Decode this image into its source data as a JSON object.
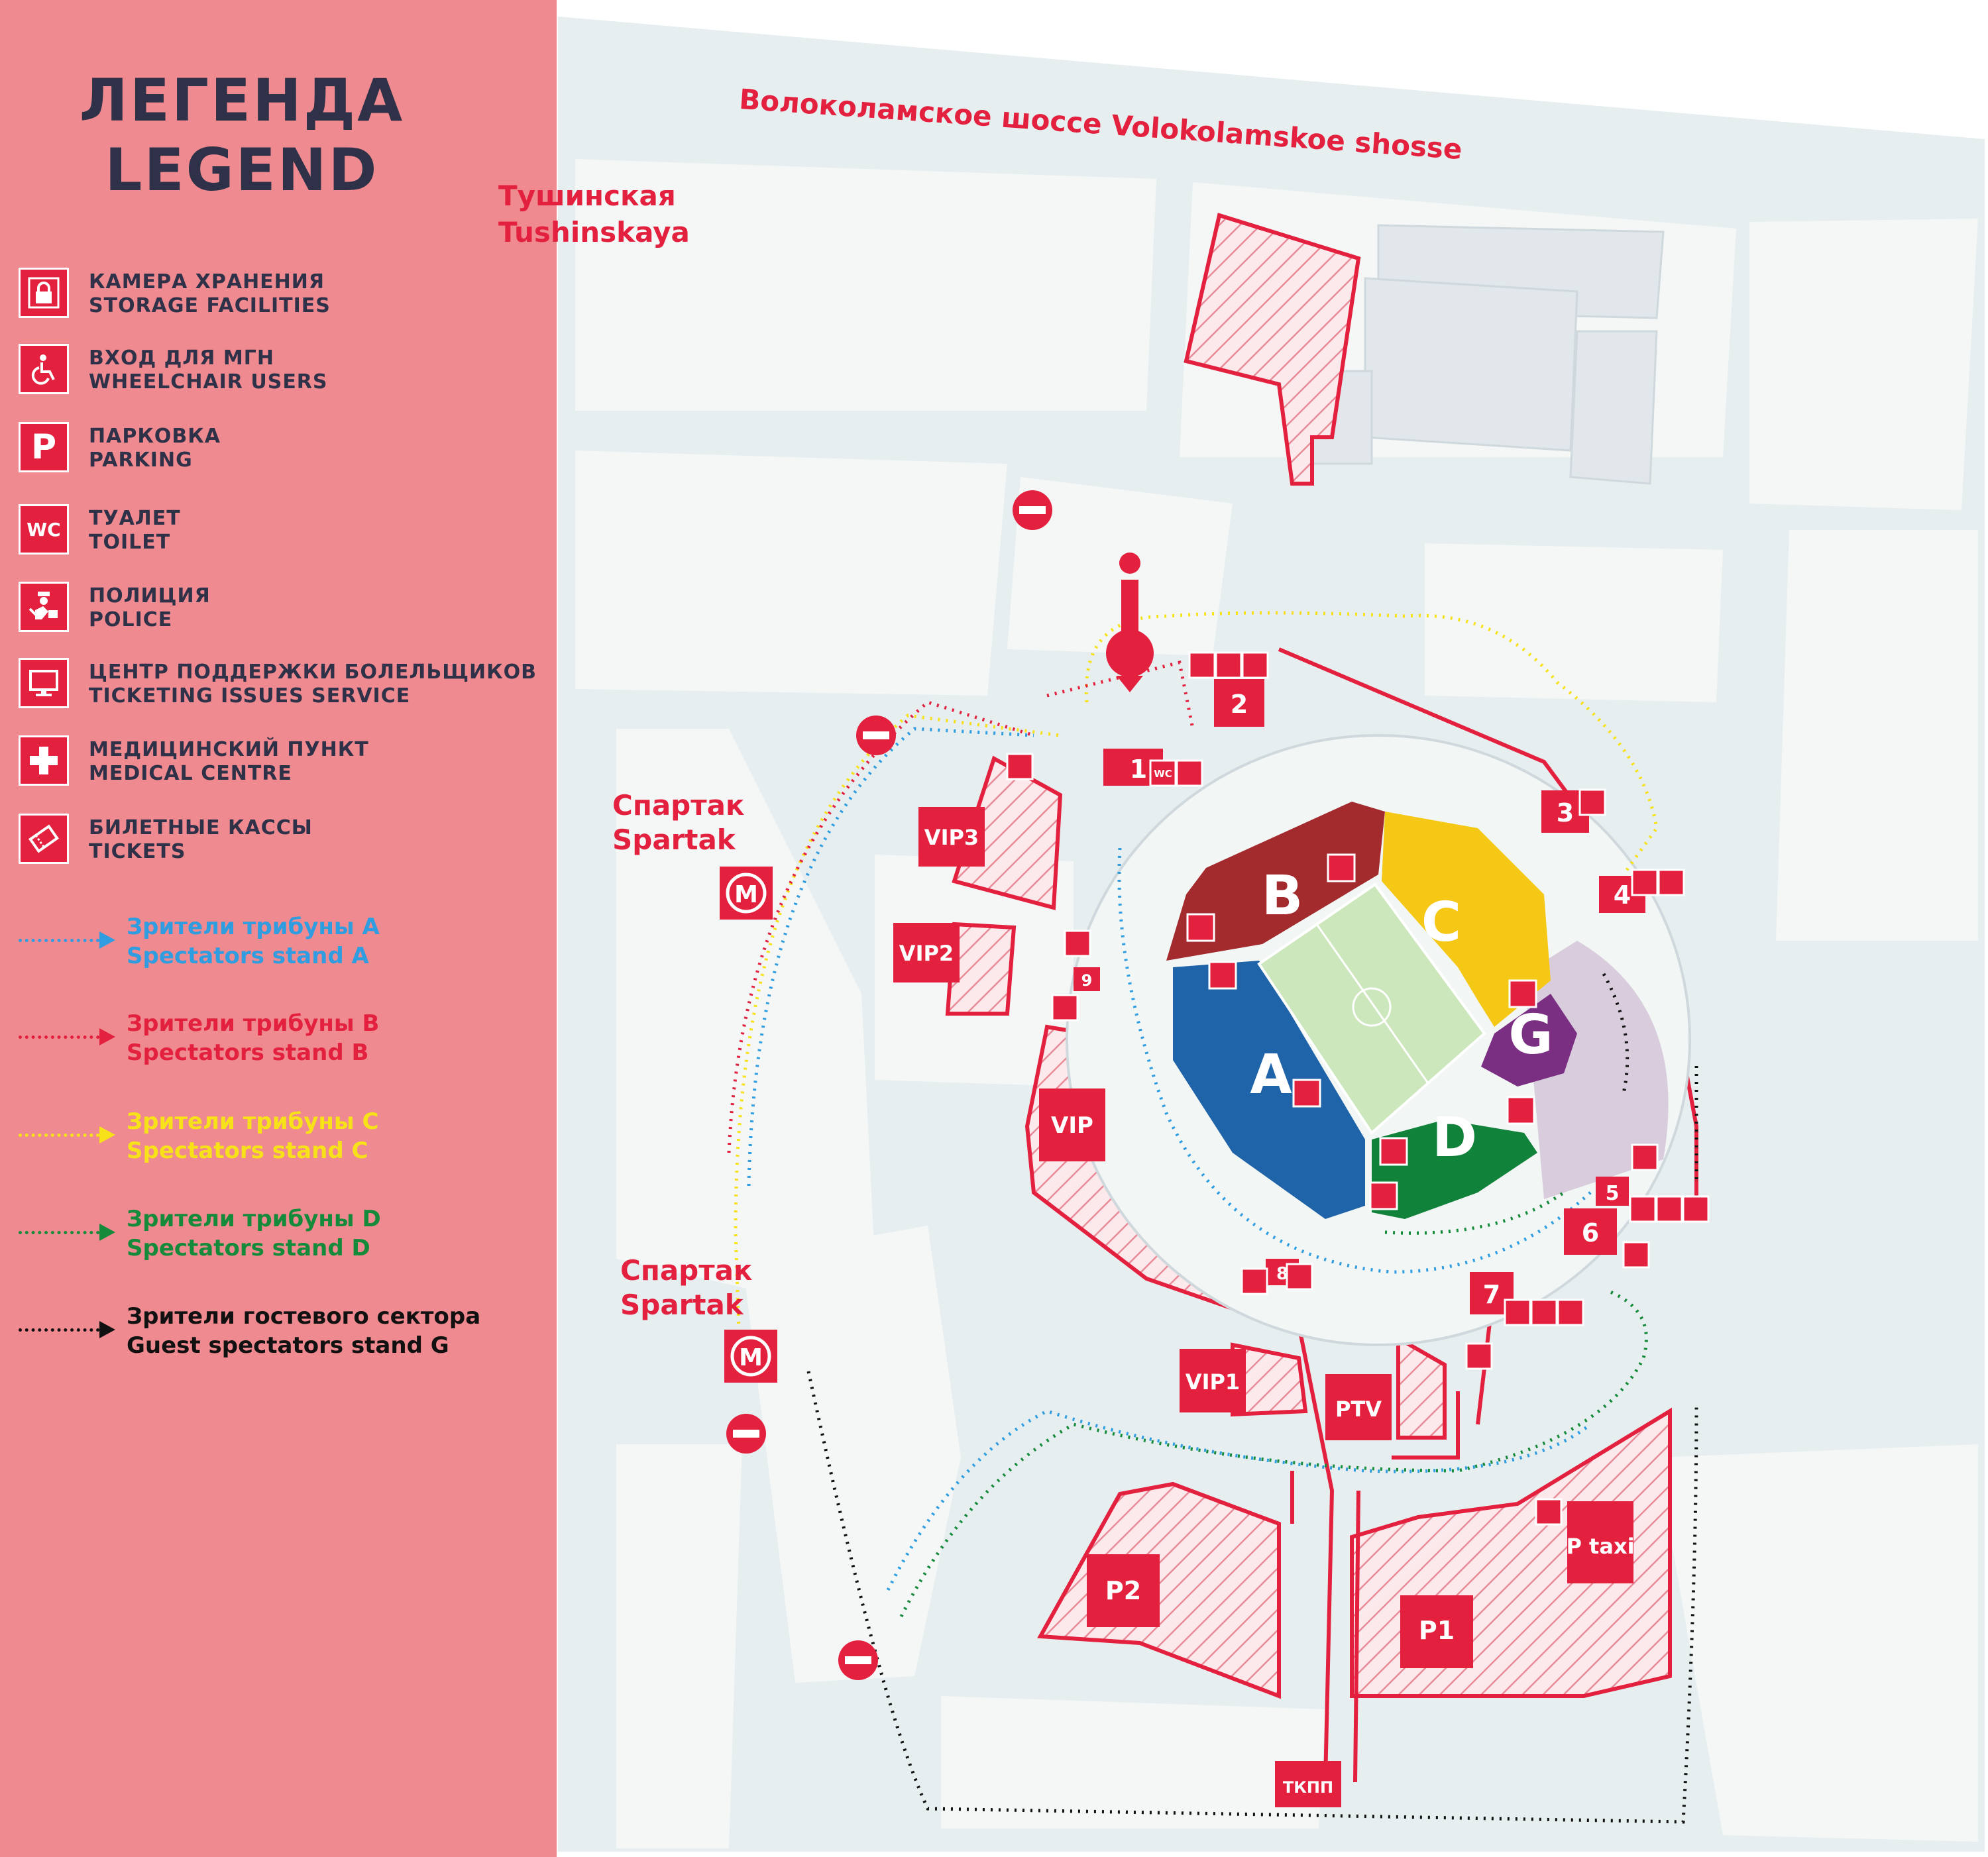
{
  "legend": {
    "title_ru": "ЛЕГЕНДА",
    "title_en": "LEGEND",
    "items": [
      {
        "icon": "lock-icon",
        "ru": "КАМЕРА ХРАНЕНИЯ",
        "en": "STORAGE FACILITIES"
      },
      {
        "icon": "wheelchair-icon",
        "ru": "ВХОД ДЛЯ МГН",
        "en": "WHEELCHAIR USERS"
      },
      {
        "icon": "parking-icon",
        "symbol": "P",
        "ru": "ПАРКОВКА",
        "en": "PARKING"
      },
      {
        "icon": "toilet-icon",
        "symbol": "WC",
        "ru": "ТУАЛЕТ",
        "en": "TOILET"
      },
      {
        "icon": "police-icon",
        "ru": "ПОЛИЦИЯ",
        "en": "POLICE"
      },
      {
        "icon": "monitor-icon",
        "ru": "ЦЕНТР ПОДДЕРЖКИ БОЛЕЛЬЩИКОВ",
        "en": "TICKETING ISSUES SERVICE"
      },
      {
        "icon": "medical-cross-icon",
        "ru": "МЕДИЦИНСКИЙ ПУНКТ",
        "en": "MEDICAL CENTRE"
      },
      {
        "icon": "ticket-icon",
        "ru": "БИЛЕТНЫЕ КАССЫ",
        "en": "TICKETS"
      }
    ],
    "routes": [
      {
        "ru": "Зрители трибуны А",
        "en": "Spectators stand A",
        "color": "#2f9de0"
      },
      {
        "ru": "Зрители трибуны В",
        "en": "Spectators stand B",
        "color": "#e3213f"
      },
      {
        "ru": "Зрители трибуны С",
        "en": "Spectators stand C",
        "color": "#f7e21a"
      },
      {
        "ru": "Зрители трибуны D",
        "en": "Spectators stand D",
        "color": "#158a3a"
      },
      {
        "ru": "Зрители гостевого сектора",
        "en": "Guest spectators stand G",
        "color": "#111111"
      }
    ]
  },
  "map": {
    "road": "Волоколамское шоссе Volokolamskoe shosse",
    "stations": {
      "tushinskaya_ru": "Тушинская",
      "tushinskaya_en": "Tushinskaya",
      "spartak_ru": "Спартак",
      "spartak_en": "Spartak"
    },
    "metro_symbol": "М",
    "stands": [
      {
        "label": "A",
        "color": "#1f63a8"
      },
      {
        "label": "B",
        "color": "#a32a2d"
      },
      {
        "label": "C",
        "color": "#f6c816"
      },
      {
        "label": "D",
        "color": "#11823a"
      },
      {
        "label": "G",
        "color": "#7b2f83"
      }
    ],
    "areas": {
      "vip": "VIP",
      "vip1": "VIP1",
      "vip2": "VIP2",
      "vip3": "VIP3",
      "ptv": "PTV",
      "p1": "P1",
      "p2": "P2",
      "ptaxi": "P taxi",
      "tkpp": "ТКПП"
    },
    "gates": [
      "1",
      "2",
      "3",
      "4",
      "5",
      "6",
      "7",
      "8",
      "9"
    ],
    "small_wc": "WC"
  },
  "colors": {
    "accent": "#e3213f",
    "legend_bg": "#ef8a90",
    "legend_title": "#2e3147",
    "map_bg": "#e6eef0",
    "block": "#f4f7f6",
    "guest_zone": "#d9ccdc"
  }
}
